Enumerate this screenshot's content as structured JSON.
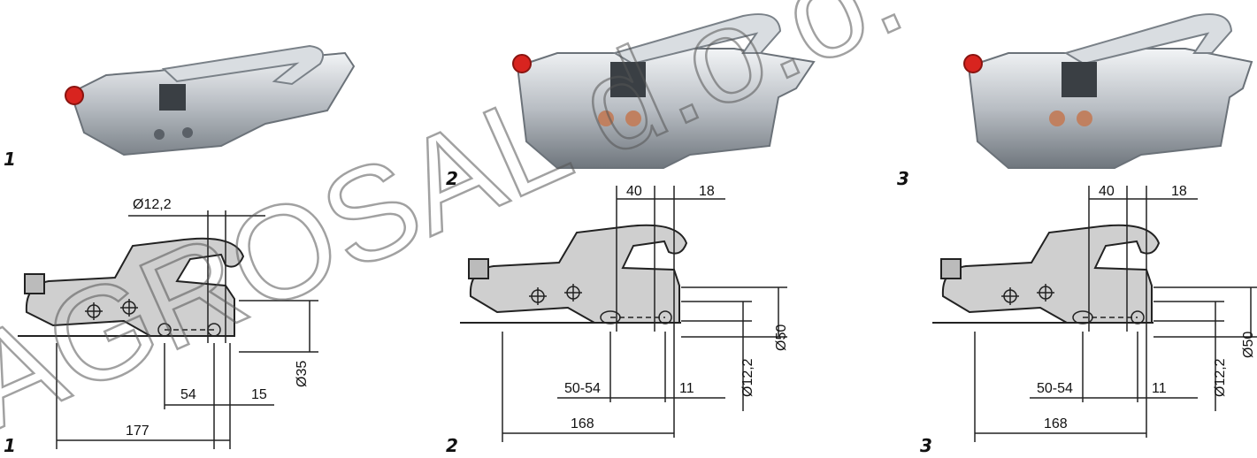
{
  "watermark": {
    "text": "AGROSAL d.o.o."
  },
  "panels": [
    {
      "number": "1",
      "dims": {
        "top_dia": "Ø12,2",
        "right_dia": "Ø35",
        "hole_spacing": "54",
        "end_gap": "15",
        "total_length": "177"
      }
    },
    {
      "number": "2",
      "dims": {
        "top_a": "40",
        "top_b": "18",
        "right_dia": "Ø50",
        "mid_dia": "Ø12,2",
        "hole_spacing": "50-54",
        "end_gap": "11",
        "total_length": "168"
      }
    },
    {
      "number": "3",
      "dims": {
        "top_a": "40",
        "top_b": "18",
        "right_dia": "Ø50",
        "mid_dia": "Ø12,2",
        "hole_spacing": "50-54",
        "end_gap": "11",
        "total_length": "168"
      }
    }
  ]
}
